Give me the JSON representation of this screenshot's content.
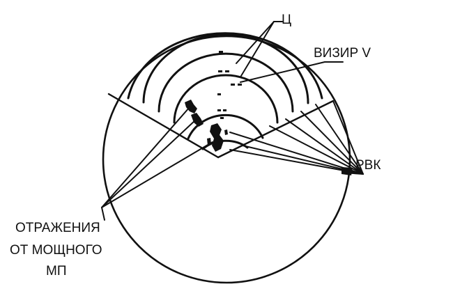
{
  "labels": {
    "target": "Ц",
    "range_marker": "ВИЗИР V",
    "range_control": "РВК",
    "reflections_line1": "ОТРАЖЕНИЯ",
    "reflections_line2": "ОТ МОЩНОГО",
    "reflections_line3": "МП"
  },
  "colors": {
    "ink": "#111111",
    "background": "#ffffff"
  }
}
